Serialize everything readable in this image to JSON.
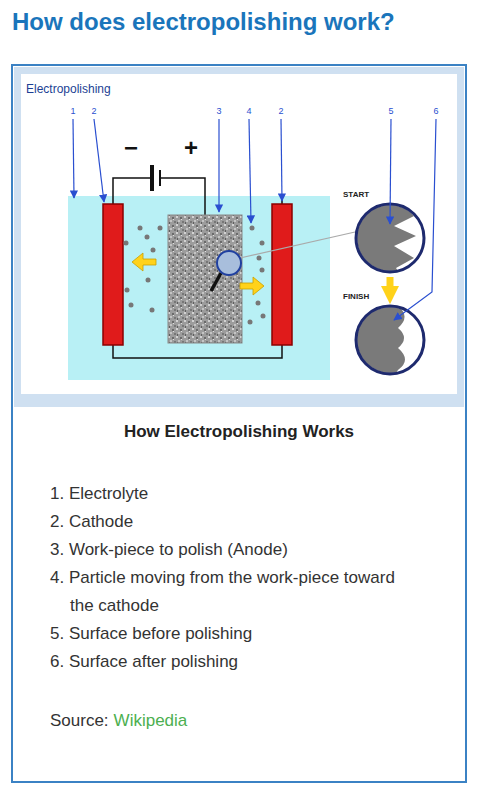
{
  "diagram": {
    "title": "How does electropolishing work?",
    "caption": "How Electropolishing Works",
    "nodes": [
      {
        "text": [
          "START"
        ]
      },
      {
        "text": [
          "FINISH"
        ]
      }
    ],
    "edges": [
      {
        "from": 0,
        "to": 1,
        "arrow": "to"
      }
    ],
    "labels": [
      "Electropolishing",
      "1",
      "2",
      "3",
      "4",
      "2",
      "5",
      "6",
      "−",
      "+",
      "1. Electrolyte",
      "2. Cathode",
      "3. Work-piece to polish (Anode)",
      "4. Particle moving from the work-piece toward the cathode",
      "5. Surface before polishing",
      "6. Surface after polishing",
      "Source:",
      "Wikipedia"
    ]
  }
}
